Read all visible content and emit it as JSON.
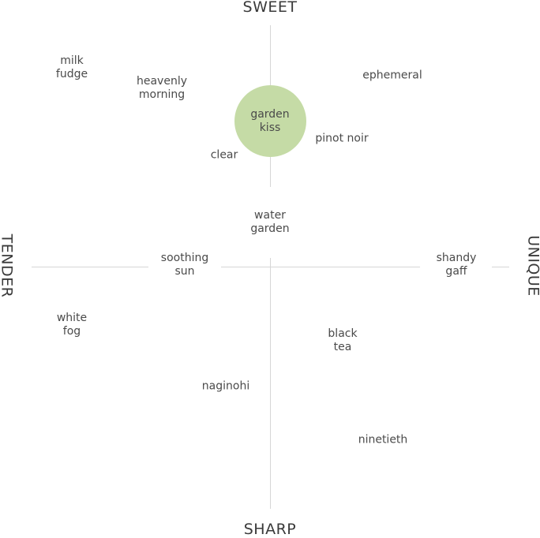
{
  "axes": {
    "top": "SWEET",
    "bottom": "SHARP",
    "left": "TENDER",
    "right": "UNIQUE"
  },
  "highlight_color": "#c5dba6",
  "flavors": [
    {
      "id": "milk-fudge",
      "lines": [
        "milk",
        "fudge"
      ]
    },
    {
      "id": "heavenly-morning",
      "lines": [
        "heavenly",
        "morning"
      ]
    },
    {
      "id": "ephemeral",
      "lines": [
        "ephemeral"
      ]
    },
    {
      "id": "garden-kiss",
      "lines": [
        "garden",
        "kiss"
      ],
      "highlighted": true
    },
    {
      "id": "pinot-noir",
      "lines": [
        "pinot noir"
      ]
    },
    {
      "id": "clear",
      "lines": [
        "clear"
      ]
    },
    {
      "id": "water-garden",
      "lines": [
        "water",
        "garden"
      ]
    },
    {
      "id": "soothing-sun",
      "lines": [
        "soothing",
        "sun"
      ]
    },
    {
      "id": "shandy-gaff",
      "lines": [
        "shandy",
        "gaff"
      ]
    },
    {
      "id": "white-fog",
      "lines": [
        "white",
        "fog"
      ]
    },
    {
      "id": "black-tea",
      "lines": [
        "black",
        "tea"
      ]
    },
    {
      "id": "naginohi",
      "lines": [
        "naginohi"
      ]
    },
    {
      "id": "ninetieth",
      "lines": [
        "ninetieth"
      ]
    }
  ]
}
